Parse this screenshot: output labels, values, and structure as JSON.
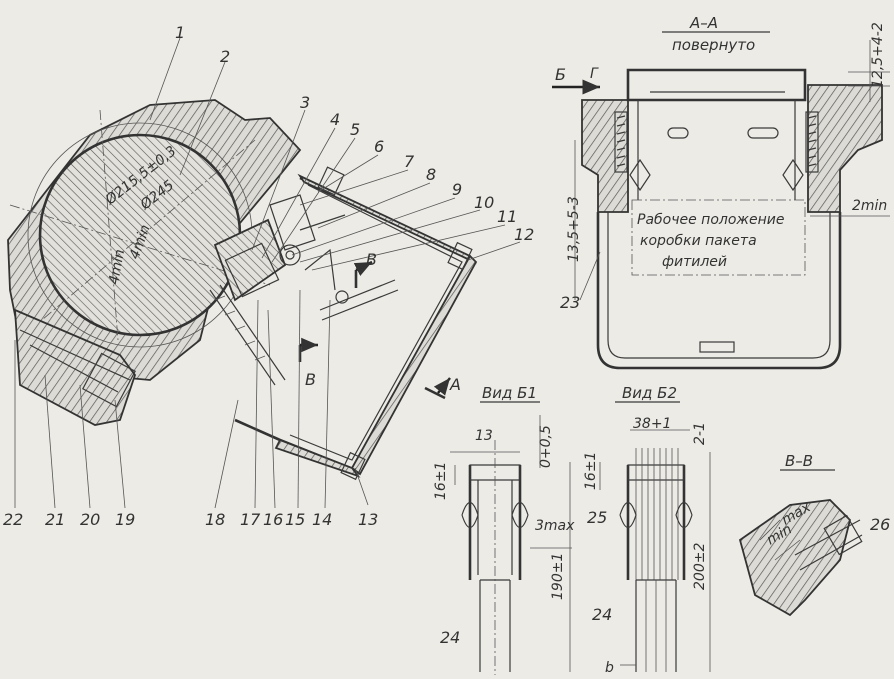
{
  "part_numbers": [
    "1",
    "2",
    "3",
    "4",
    "5",
    "6",
    "7",
    "8",
    "9",
    "10",
    "11",
    "12",
    "13",
    "14",
    "15",
    "16",
    "17",
    "18",
    "19",
    "20",
    "21",
    "22",
    "23",
    "24",
    "24",
    "25",
    "26"
  ],
  "main_view": {
    "dims": [
      "Ø215,5±0,3",
      "Ø245",
      "4min",
      "4min"
    ],
    "section_marks": [
      "В",
      "В",
      "А"
    ]
  },
  "section_aa": {
    "title": "А–А",
    "subtitle": "повернуто",
    "arrow_label": "Б",
    "gap_label": "Г",
    "dims": [
      "12,5+4-2",
      "13,5+5-3",
      "2min"
    ],
    "note_lines": [
      "Рабочее положение",
      "коробки пакета",
      "фитилей"
    ]
  },
  "view_b1": {
    "title": "Вид Б1",
    "dims": [
      "13",
      "0+0,5",
      "16±1",
      "3max",
      "190±1"
    ]
  },
  "view_b2": {
    "title": "Вид Б2",
    "dims": [
      "38+1",
      "2-1",
      "16±1",
      "200±2",
      "b"
    ]
  },
  "section_vv": {
    "title": "В–В",
    "dims": [
      "max",
      "min"
    ]
  }
}
